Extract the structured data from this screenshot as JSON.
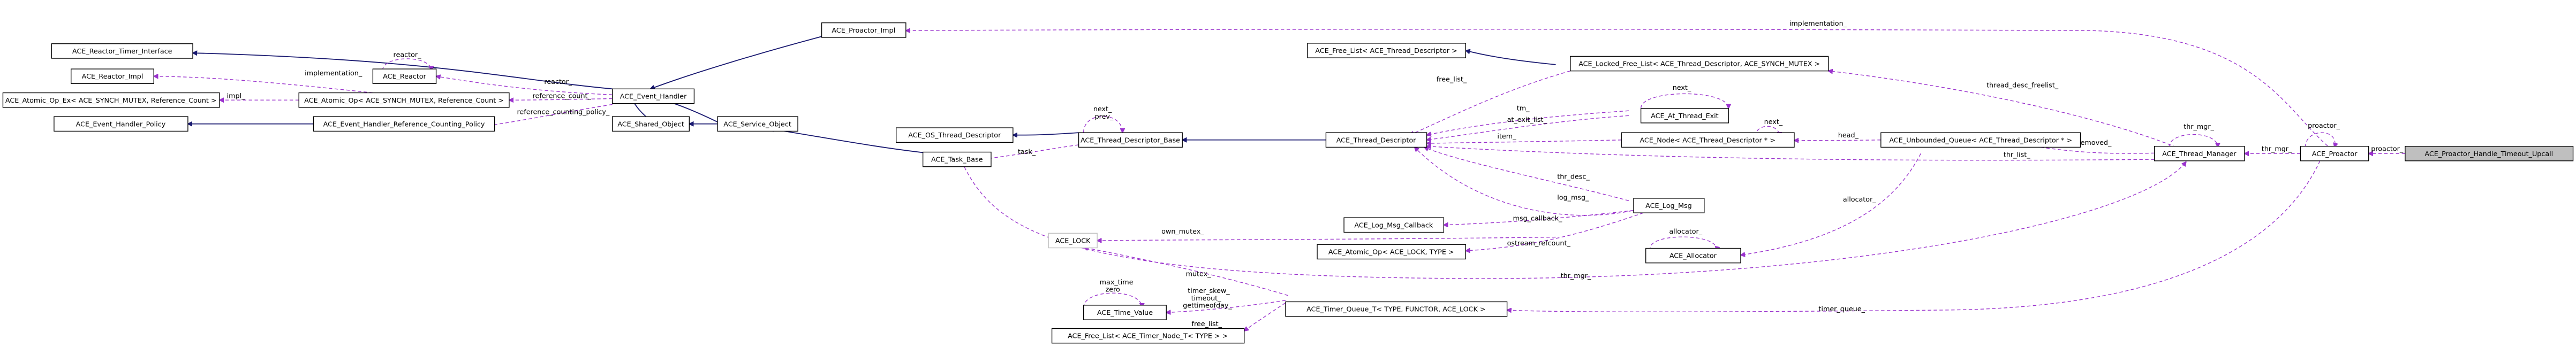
{
  "diagram": {
    "kind": "class collaboration graph",
    "colors": {
      "inheritance": "#191970",
      "usage": "#9a32cd",
      "node_border": "#000000",
      "node_fill": "#ffffff",
      "grey_node_border": "#bfbfbf",
      "focus_fill": "#bfbfbf"
    },
    "nodes": [
      {
        "id": "reactor_timer_interface",
        "label": "ACE_Reactor_Timer_Interface"
      },
      {
        "id": "reactor_impl",
        "label": "ACE_Reactor_Impl"
      },
      {
        "id": "atomic_op_ex",
        "label": "ACE_Atomic_Op_Ex< ACE_SYNCH_MUTEX, Reference_Count >"
      },
      {
        "id": "event_handler_policy",
        "label": "ACE_Event_Handler_Policy"
      },
      {
        "id": "reactor",
        "label": "ACE_Reactor"
      },
      {
        "id": "atomic_op_ref",
        "label": "ACE_Atomic_Op< ACE_SYNCH_MUTEX, Reference_Count >"
      },
      {
        "id": "ehrcp",
        "label": "ACE_Event_Handler_Reference_Counting_Policy"
      },
      {
        "id": "event_handler",
        "label": "ACE_Event_Handler"
      },
      {
        "id": "shared_object",
        "label": "ACE_Shared_Object"
      },
      {
        "id": "service_object",
        "label": "ACE_Service_Object"
      },
      {
        "id": "proactor_impl",
        "label": "ACE_Proactor_Impl"
      },
      {
        "id": "os_thread_descriptor",
        "label": "ACE_OS_Thread_Descriptor"
      },
      {
        "id": "task_base",
        "label": "ACE_Task_Base"
      },
      {
        "id": "thread_descriptor_base",
        "label": "ACE_Thread_Descriptor_Base"
      },
      {
        "id": "ace_lock",
        "label": "ACE_LOCK"
      },
      {
        "id": "time_value",
        "label": "ACE_Time_Value"
      },
      {
        "id": "free_list_timer",
        "label": "ACE_Free_List< ACE_Timer_Node_T< TYPE > >"
      },
      {
        "id": "free_list_thread",
        "label": "ACE_Free_List< ACE_Thread_Descriptor >"
      },
      {
        "id": "thread_descriptor",
        "label": "ACE_Thread_Descriptor"
      },
      {
        "id": "log_msg_callback",
        "label": "ACE_Log_Msg_Callback"
      },
      {
        "id": "atomic_op_lock",
        "label": "ACE_Atomic_Op< ACE_LOCK, TYPE >"
      },
      {
        "id": "timer_queue",
        "label": "ACE_Timer_Queue_T< TYPE, FUNCTOR, ACE_LOCK >"
      },
      {
        "id": "locked_free_list",
        "label": "ACE_Locked_Free_List< ACE_Thread_Descriptor, ACE_SYNCH_MUTEX >"
      },
      {
        "id": "at_thread_exit",
        "label": "ACE_At_Thread_Exit"
      },
      {
        "id": "node_thread",
        "label": "ACE_Node< ACE_Thread_Descriptor * >"
      },
      {
        "id": "log_msg",
        "label": "ACE_Log_Msg"
      },
      {
        "id": "allocator",
        "label": "ACE_Allocator"
      },
      {
        "id": "unbounded_queue",
        "label": "ACE_Unbounded_Queue< ACE_Thread_Descriptor * >"
      },
      {
        "id": "thread_manager",
        "label": "ACE_Thread_Manager"
      },
      {
        "id": "proactor",
        "label": "ACE_Proactor"
      },
      {
        "id": "focus",
        "label": "ACE_Proactor_Handle_Timeout_Upcall"
      }
    ],
    "edge_labels": {
      "implementation_reactor": "implementation_",
      "reactor_self": "reactor_",
      "impl": "impl_",
      "reactor_member": "reactor_",
      "reference_count": "reference_count_",
      "ref_counting_policy": "reference_counting_policy_",
      "next_prev_a": "next_",
      "next_prev_b": "prev_",
      "task": "task_",
      "own_mutex": "own_mutex_",
      "mutex": "mutex_",
      "max_time_a": "max_time",
      "max_time_b": "zero",
      "timer_skew_a": "timer_skew_",
      "timer_skew_b": "timeout_",
      "timer_skew_c": "gettimeofday_",
      "free_list_timer": "free_list_",
      "free_list_td": "free_list_",
      "tm": "tm_",
      "at_exit_list": "at_exit_list_",
      "item": "item_",
      "next_self": "next_",
      "next_node": "next_",
      "head": "head_",
      "tm_list": "thr_list_",
      "tm_to_be_removed": "thr_to_be_removed_",
      "thread_desc_freelist": "thread_desc_freelist_",
      "thr_mgr_a": "thr_mgr_",
      "thr_mgr_b": "thr_mgr_",
      "thr_mgr_c": "thr_mgr_",
      "thr_desc": "thr_desc_",
      "log_msg": "log_msg_",
      "msg_callback": "msg_callback_",
      "ostream_refcount": "ostream_refcount_",
      "allocator": "allocator_",
      "allocator_self": "allocator_",
      "implementation_proactor": "implementation_",
      "proactor_self": "proactor_",
      "proactor_member": "proactor_",
      "timer_queue": "timer_queue_"
    }
  }
}
